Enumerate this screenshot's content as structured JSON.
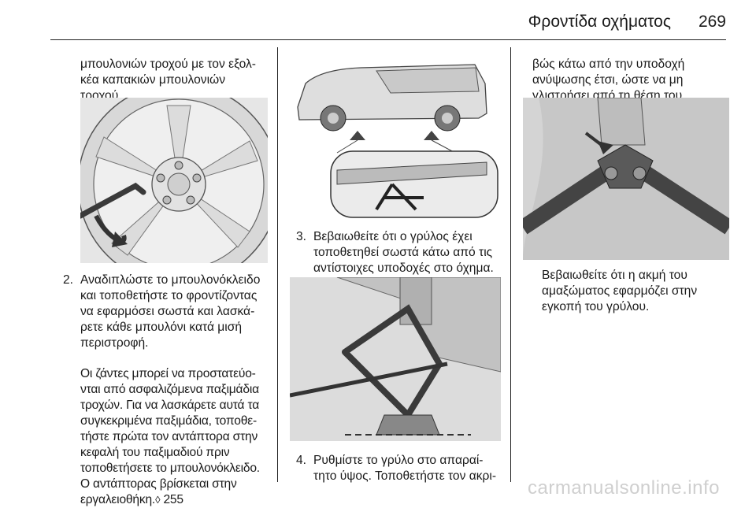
{
  "header": {
    "title": "Φροντίδα οχήματος",
    "page_number": "269"
  },
  "col1": {
    "intro": "μπουλονιών τροχού με τον εξολ-\nκέα καπακιών μπουλονιών\nτροχού.",
    "step2_number": "2.",
    "step2_text": "Αναδιπλώστε το μπουλονόκλειδο\nκαι τοποθετήστε το φροντίζοντας\nνα εφαρμόσει σωστά και λασκά-\nρετε κάθε μπουλόνι κατά μισή\nπεριστροφή.",
    "note_text": "Οι ζάντες μπορεί να προστατεύο-\nνται από ασφαλιζόμενα παξιμάδια\nτροχών. Για να λασκάρετε αυτά τα\nσυγκεκριμένα παξιμάδια, τοποθε-\nτήστε πρώτα τον αντάπτορα στην\nκεφαλή του παξιμαδιού πριν\nτοποθετήσετε το μπουλονόκλειδο.\nΟ αντάπτορας βρίσκεται στην\nεργαλειοθήκη.",
    "ref_glyph": "◊",
    "ref_page": "255"
  },
  "col2": {
    "step3_number": "3.",
    "step3_text": "Βεβαιωθείτε ότι ο γρύλος έχει\nτοποθετηθεί σωστά κάτω από τις\nαντίστοιχες υποδοχές στο όχημα.",
    "step4_number": "4.",
    "step4_text": "Ρυθμίστε το γρύλο στο απαραί-\nτητο ύψος. Τοποθετήστε τον ακρι-"
  },
  "col3": {
    "cont_text": "βώς κάτω από την υποδοχή\nανύψωσης έτσι, ώστε να μη\nγλιστρήσει από τη θέση του.",
    "note_text": "Βεβαιωθείτε ότι η ακμή του\nαμαξώματος εφαρμόζει στην\nεγκοπή του γρύλου."
  },
  "watermark": "carmanualsonline.info"
}
